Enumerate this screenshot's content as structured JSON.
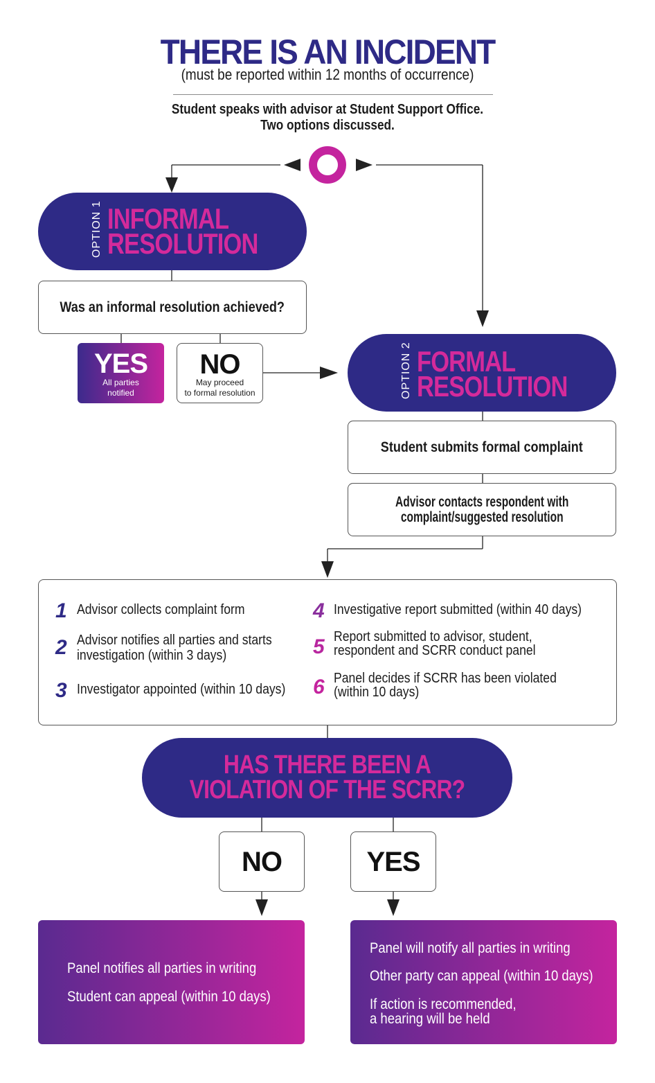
{
  "title": "THERE  IS AN INCIDENT",
  "subtitle": "(must be reported within 12 months of occurrence)",
  "intro": {
    "line1": "Student speaks with advisor at Student Support Office.",
    "line2": "Two options discussed."
  },
  "option1": {
    "tag": "OPTION 1",
    "line1": "INFORMAL",
    "line2": "RESOLUTION",
    "question": "Was an informal resolution achieved?",
    "yes": {
      "label": "YES",
      "note1": "All parties",
      "note2": "notified"
    },
    "no": {
      "label": "NO",
      "note1": "May proceed",
      "note2": "to formal resolution"
    }
  },
  "option2": {
    "tag": "OPTION 2",
    "line1": "FORMAL",
    "line2": "RESOLUTION",
    "step_a": "Student submits formal complaint",
    "step_b1": "Advisor contacts respondent with",
    "step_b2": "complaint/suggested resolution"
  },
  "steps": [
    {
      "num": "1",
      "line1": "Advisor collects complaint form",
      "line2": ""
    },
    {
      "num": "2",
      "line1": "Advisor notifies all parties and starts",
      "line2": "investigation (within 3 days)"
    },
    {
      "num": "3",
      "line1": "Investigator appointed (within 10 days)",
      "line2": ""
    },
    {
      "num": "4",
      "line1": "Investigative report submitted (within 40 days)",
      "line2": ""
    },
    {
      "num": "5",
      "line1": "Report submitted to advisor, student,",
      "line2": "respondent and SCRR conduct panel"
    },
    {
      "num": "6",
      "line1": "Panel decides if SCRR has been violated",
      "line2": "(within 10 days)"
    }
  ],
  "violation": {
    "line1": "HAS THERE BEEN A",
    "line2": "VIOLATION OF THE SCRR?",
    "no_label": "NO",
    "yes_label": "YES"
  },
  "outcome_no": {
    "line1": "Panel notifies all parties in writing",
    "line2": "Student can appeal (within 10 days)"
  },
  "outcome_yes": {
    "line1": "Panel will notify all parties in writing",
    "line2": "Other party can appeal (within 10 days)",
    "line3a": "If action is recommended,",
    "line3b": "a hearing will be held"
  },
  "colors": {
    "navy": "#2e2a86",
    "magenta": "#d42a9b",
    "gradient_start": "#5a2a90",
    "gradient_end": "#c4249e"
  }
}
